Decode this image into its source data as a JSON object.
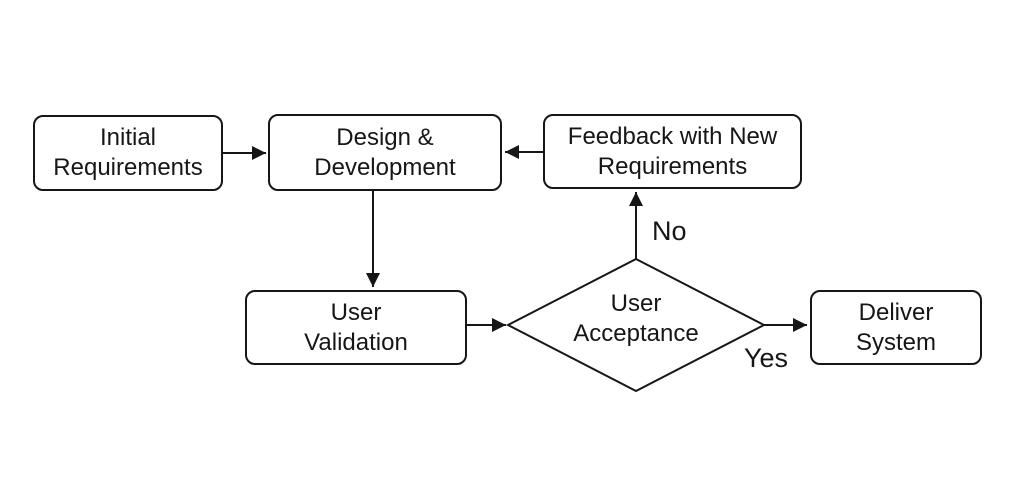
{
  "diagram": {
    "type": "flowchart",
    "nodes": {
      "initial": {
        "shape": "rounded-rect",
        "lines": [
          "Initial",
          "Requirements"
        ]
      },
      "design": {
        "shape": "rounded-rect",
        "lines": [
          "Design &",
          "Development"
        ]
      },
      "feedback": {
        "shape": "rounded-rect",
        "lines": [
          "Feedback with New",
          "Requirements"
        ]
      },
      "validation": {
        "shape": "rounded-rect",
        "lines": [
          "User",
          "Validation"
        ]
      },
      "acceptance": {
        "shape": "diamond",
        "lines": [
          "User",
          "Acceptance"
        ]
      },
      "deliver": {
        "shape": "rounded-rect",
        "lines": [
          "Deliver",
          "System"
        ]
      }
    },
    "edges": [
      {
        "from": "initial",
        "to": "design",
        "label": ""
      },
      {
        "from": "feedback",
        "to": "design",
        "label": ""
      },
      {
        "from": "design",
        "to": "validation",
        "label": ""
      },
      {
        "from": "validation",
        "to": "acceptance",
        "label": ""
      },
      {
        "from": "acceptance",
        "to": "feedback",
        "label": "No"
      },
      {
        "from": "acceptance",
        "to": "deliver",
        "label": "Yes"
      }
    ],
    "colors": {
      "stroke": "#161616",
      "node_fill": "#ffffff",
      "background": "#ffffff",
      "text": "#161616"
    }
  }
}
